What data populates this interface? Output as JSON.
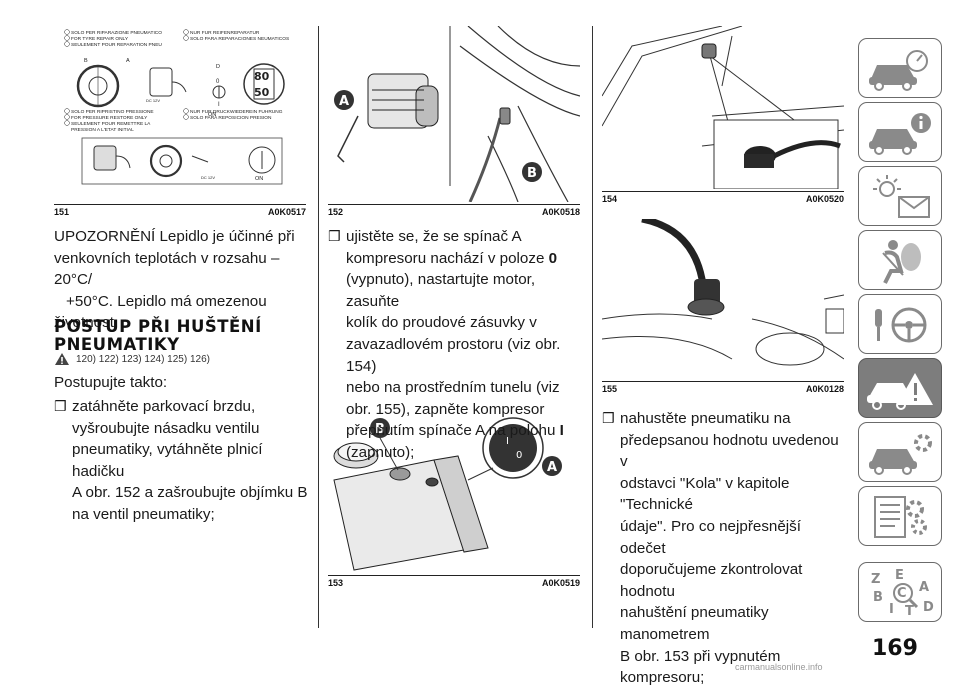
{
  "page": {
    "number": "169",
    "watermark": "carmanualsonline.info"
  },
  "figures": [
    {
      "number": "151",
      "code": "A0K0517",
      "labels": {
        "top_left": [
          "SOLO PER RIPARAZIONE PNEUMATICO",
          "FOR TYRE REPAIR ONLY",
          "SEULEMENT POUR REPARATION PNEU"
        ],
        "top_right": [
          "NUR FUR REIFENREPARATUR",
          "SOLO PARA REPARACIONES NEUMATICOS"
        ],
        "bottom_left": [
          "SOLO PER RIPRISTINO PRESSIONE",
          "FOR PRESSURE RESTORE ONLY",
          "SEULEMENT POUR REMETTRE LA",
          "PRESSION A L'ETAT INITIAL"
        ],
        "bottom_right": [
          "NUR FUR DRUCKWIEDEREIN FUHRUNG",
          "SOLO PARA REPOSICION PRESION"
        ],
        "markers": {
          "b": "B",
          "a": "A",
          "d": "D"
        },
        "dial_top": [
          "80",
          "50"
        ],
        "dc": "DC 12V",
        "on": "ON",
        "zero": "0",
        "one": "I"
      }
    },
    {
      "number": "152",
      "code": "A0K0518",
      "callouts": [
        "A",
        "B"
      ]
    },
    {
      "number": "153",
      "code": "A0K0519",
      "callouts": [
        "B",
        "A"
      ],
      "switch": [
        "I",
        "0"
      ]
    },
    {
      "number": "154",
      "code": "A0K0520"
    },
    {
      "number": "155",
      "code": "A0K0128"
    }
  ],
  "col1": {
    "warning_text": "UPOZORNĚNÍ Lepidlo je účinné při venkovních teplotách v rozsahu –20°C/ +50°C. Lepidlo má omezenou životnost.",
    "warning_lines": [
      "UPOZORNĚNÍ Lepidlo je účinné při",
      "venkovních teplotách v rozsahu –20°C/",
      "+50°C. Lepidlo má omezenou",
      "životnost."
    ],
    "heading": "POSTUP PŘI HUŠTĚNÍ PNEUMATIKY",
    "refs": "120) 122) 123) 124) 125) 126)",
    "intro": "Postupujte takto:",
    "bullet1": [
      "zatáhněte parkovací brzdu,",
      "vyšroubujte násadku ventilu",
      "pneumatiky, vytáhněte plnicí hadičku",
      "A obr. 152 a zašroubujte objímku B",
      "na ventil pneumatiky;"
    ]
  },
  "col2": {
    "bullet2": [
      "ujistěte se, že se spínač A",
      "kompresoru nachází v poloze",
      "(vypnuto), nastartujte motor, zasuňte",
      "kolík do proudové zásuvky v",
      "zavazadlovém prostoru (viz obr. 154)",
      "nebo na prostředním tunelu (viz",
      "obr. 155), zapněte kompresor",
      "přepnutím spínače A na polohu",
      "(zapnuto);"
    ],
    "pos_off": "0",
    "pos_on": "I"
  },
  "col3": {
    "bullet3": [
      "nahustěte pneumatiku na",
      "předepsanou hodnotu uvedenou v",
      "odstavci \"Kola\" v kapitole \"Technické",
      "údaje\". Pro co nejpřesnější odečet",
      "doporučujeme zkontrolovat hodnotu",
      "nahuštění pneumatiky manometrem",
      "B obr. 153 při vypnutém kompresoru;"
    ]
  },
  "side_tabs": [
    {
      "icon": "car-dashboard-icon",
      "active": false
    },
    {
      "icon": "car-info-icon",
      "active": false
    },
    {
      "icon": "warning-lights-message-icon",
      "active": false
    },
    {
      "icon": "airbag-safety-icon",
      "active": false
    },
    {
      "icon": "steering-wheel-key-icon",
      "active": false
    },
    {
      "icon": "car-emergency-icon",
      "active": true
    },
    {
      "icon": "car-maintenance-icon",
      "active": false
    },
    {
      "icon": "technical-data-icon",
      "active": false
    },
    {
      "icon": "index-letters-icon",
      "active": false
    }
  ],
  "index_letters": [
    "Z",
    "E",
    "A",
    "B",
    "I",
    "C",
    "T",
    "D"
  ],
  "colors": {
    "text": "#1a1a1a",
    "rule": "#333333",
    "tab_border": "#6b6b6b",
    "tab_active": "#7d7d7d"
  }
}
